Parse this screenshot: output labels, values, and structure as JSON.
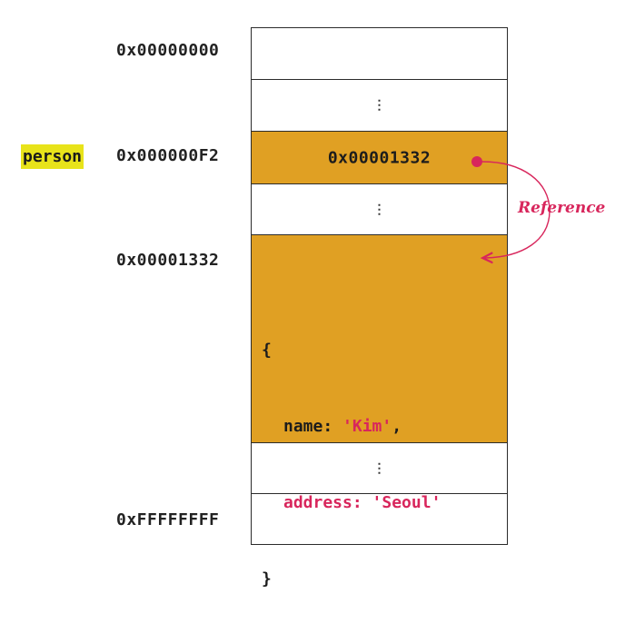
{
  "addresses": {
    "start": "0x00000000",
    "person_addr": "0x000000F2",
    "object_addr": "0x00001332",
    "end": "0xFFFFFFFF"
  },
  "variable": {
    "name": "person"
  },
  "cells": {
    "ellipsis": "⋮",
    "person_value": "0x00001332"
  },
  "object_literal": {
    "open": "{",
    "name_key": "name:",
    "name_value": "'Kim'",
    "name_comma": ",",
    "address_key": "address:",
    "address_value": "'Seoul'",
    "close": "}"
  },
  "reference": {
    "label": "Reference"
  },
  "colors": {
    "cell_fill": "#e0a023",
    "accent": "#d8265c",
    "variable_highlight": "#e8e31a",
    "border": "#2b2b2b"
  }
}
